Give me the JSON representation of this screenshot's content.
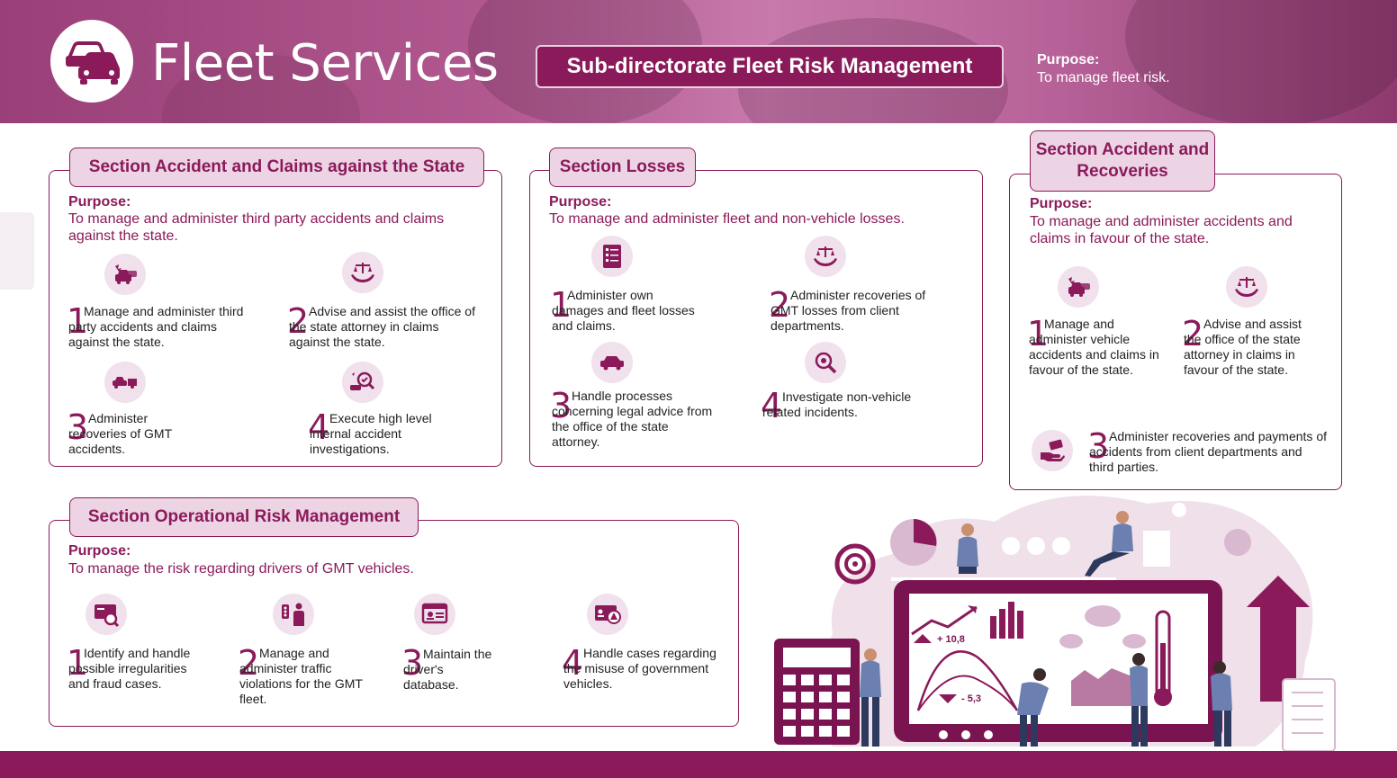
{
  "header": {
    "title": "Fleet Services",
    "subdirectorate": "Sub-directorate Fleet Risk Management",
    "purpose_label": "Purpose:",
    "purpose_text": "To manage fleet risk.",
    "logo_icon": "cars-icon"
  },
  "sections": {
    "accident_claims": {
      "tab": "Section Accident and Claims against the State",
      "purpose_label": "Purpose:",
      "purpose_text": "To manage and administer third party accidents and claims against the state.",
      "items": [
        {
          "num": "1",
          "text": "Manage and administer third party accidents and claims against the state.",
          "icon": "car-crash-icon"
        },
        {
          "num": "2",
          "text": "Advise and assist the office of the state attorney in claims against the state.",
          "icon": "justice-scales-icon"
        },
        {
          "num": "3",
          "text": "Administer recoveries of GMT accidents.",
          "icon": "tow-truck-icon"
        },
        {
          "num": "4",
          "text": "Execute high level internal accident investigations.",
          "icon": "investigation-icon"
        }
      ]
    },
    "losses": {
      "tab": "Section Losses",
      "purpose_label": "Purpose:",
      "purpose_text": "To manage and administer fleet and non-vehicle losses.",
      "items": [
        {
          "num": "1",
          "text": "Administer own damages and fleet losses and claims.",
          "icon": "checklist-icon"
        },
        {
          "num": "2",
          "text": "Administer recoveries of GMT losses from client departments.",
          "icon": "justice-scales-icon"
        },
        {
          "num": "3",
          "text": "Handle processes concerning legal advice from the office of the state attorney.",
          "icon": "car-icon"
        },
        {
          "num": "4",
          "text": "Investigate non-vehicle related incidents.",
          "icon": "magnifier-icon"
        }
      ]
    },
    "recoveries": {
      "tab": "Section Accident and Recoveries",
      "purpose_label": "Purpose:",
      "purpose_text": "To manage and administer accidents and claims in favour of the state.",
      "items": [
        {
          "num": "1",
          "text": "Manage and administer vehicle accidents and claims in favour of the state.",
          "icon": "car-crash-icon"
        },
        {
          "num": "2",
          "text": "Advise and assist the office of the state attorney in claims in favour of the state.",
          "icon": "justice-scales-icon"
        },
        {
          "num": "3",
          "text": "Administer recoveries and payments of accidents from client departments and third parties.",
          "icon": "payment-hand-icon"
        }
      ]
    },
    "operational": {
      "tab": "Section Operational Risk Management",
      "purpose_label": "Purpose:",
      "purpose_text": "To manage the risk regarding drivers of GMT vehicles.",
      "items": [
        {
          "num": "1",
          "text": "Identify and handle possible irregularities and fraud cases.",
          "icon": "fraud-card-icon"
        },
        {
          "num": "2",
          "text": "Manage and administer traffic violations for the GMT fleet.",
          "icon": "traffic-officer-icon"
        },
        {
          "num": "3",
          "text": "Maintain the driver's database.",
          "icon": "driver-database-icon"
        },
        {
          "num": "4",
          "text": "Handle cases regarding the misuse of government vehicles.",
          "icon": "warning-id-icon"
        }
      ]
    }
  },
  "illustration": {
    "up_value": "+ 10,8",
    "down_value": "- 5,3"
  },
  "colors": {
    "brand": "#8b1a5a",
    "tab_fill": "#ecd4e4",
    "icon_fill": "#f0e1ec"
  }
}
